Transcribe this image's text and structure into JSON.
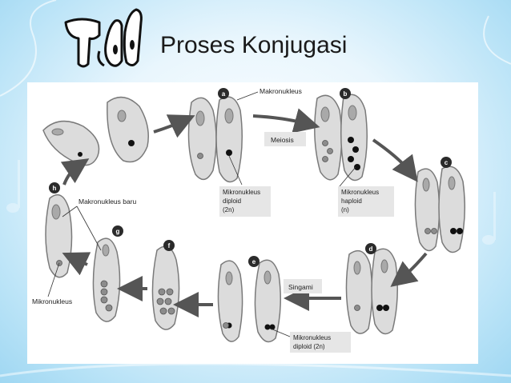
{
  "slide": {
    "title": "Proses Konjugasi",
    "icon": "pointing-hand-logo"
  },
  "diagram": {
    "stage_markers": [
      "a",
      "b",
      "c",
      "d",
      "e",
      "f",
      "g",
      "h"
    ],
    "labels": {
      "makronukleus": "Makronukleus",
      "meiosis": "Meiosis",
      "mikro_diploid_1": "Mikronukleus",
      "mikro_diploid_2": "diploid",
      "mikro_diploid_3": "(2n)",
      "mikro_haploid_1": "Mikronukleus",
      "mikro_haploid_2": "haploid",
      "mikro_haploid_3": "(n)",
      "makronukleus_baru": "Makronukleus baru",
      "mikronukleus": "Mikronukleus",
      "singami": "Singami",
      "mikro_diploid_e_1": "Mikronukleus",
      "mikro_diploid_e_2": "diploid (2n)"
    }
  },
  "colors": {
    "cell_fill": "#d9d9d9",
    "cell_stroke": "#7a7a7a",
    "arrow": "#555555",
    "marker_bg": "#2b2b2b",
    "label_box": "#e6e6e6"
  }
}
